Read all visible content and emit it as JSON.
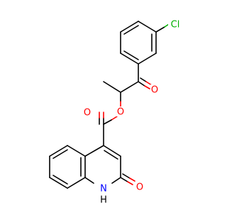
{
  "molecule": {
    "colors": {
      "carbon": "#000000",
      "oxygen": "#ff0000",
      "chlorine": "#00b000",
      "nitrogen": "#0000ff",
      "hydrogen": "#000000",
      "background": "#ffffff"
    },
    "labels": {
      "chlorine": "Cl",
      "ketone_oxygen": "O",
      "ester_ether_oxygen": "O",
      "ester_carbonyl_oxygen": "O",
      "lactam_oxygen": "O",
      "ring_nitrogen": "N",
      "nitrogen_hydrogen": "H"
    }
  }
}
